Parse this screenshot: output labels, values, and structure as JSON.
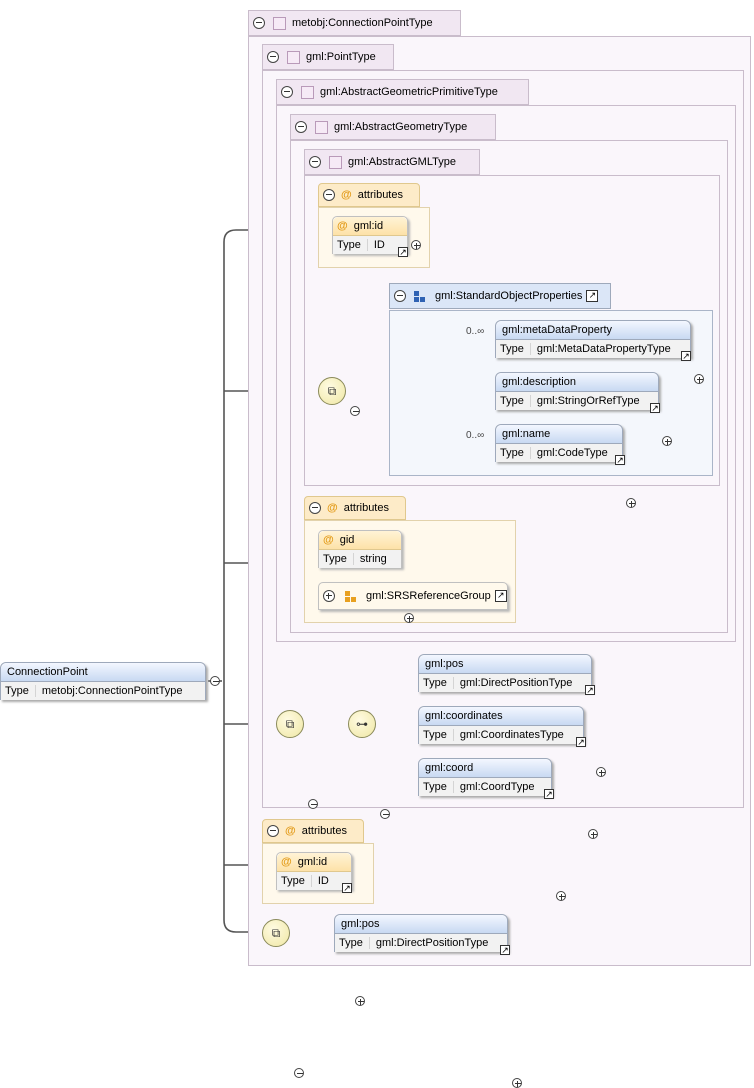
{
  "root": {
    "name": "ConnectionPoint",
    "type_label": "Type",
    "type": "metobj:ConnectionPointType"
  },
  "types": {
    "t1": "metobj:ConnectionPointType",
    "t2": "gml:PointType",
    "t3": "gml:AbstractGeometricPrimitiveType",
    "t4": "gml:AbstractGeometryType",
    "t5": "gml:AbstractGMLType"
  },
  "attributes_label": "attributes",
  "type_label": "Type",
  "attr_id": {
    "name": "gml:id",
    "type": "ID"
  },
  "group": {
    "name": "gml:StandardObjectProperties"
  },
  "group_elements": [
    {
      "name": "gml:metaDataProperty",
      "type": "gml:MetaDataPropertyType",
      "card": "0..∞"
    },
    {
      "name": "gml:description",
      "type": "gml:StringOrRefType",
      "card": ""
    },
    {
      "name": "gml:name",
      "type": "gml:CodeType",
      "card": "0..∞"
    }
  ],
  "attr_gid": {
    "name": "gid",
    "type": "string"
  },
  "attr_group": {
    "name": "gml:SRSReferenceGroup"
  },
  "choice_elements": [
    {
      "name": "gml:pos",
      "type": "gml:DirectPositionType"
    },
    {
      "name": "gml:coordinates",
      "type": "gml:CoordinatesType"
    },
    {
      "name": "gml:coord",
      "type": "gml:CoordType"
    }
  ],
  "attr_id2": {
    "name": "gml:id",
    "type": "ID"
  },
  "last_element": {
    "name": "gml:pos",
    "type": "gml:DirectPositionType"
  },
  "colors": {
    "type_frame": "#c9bccb",
    "attr_fill": "#fdebc8",
    "element_fill": "#c8d9f2"
  }
}
